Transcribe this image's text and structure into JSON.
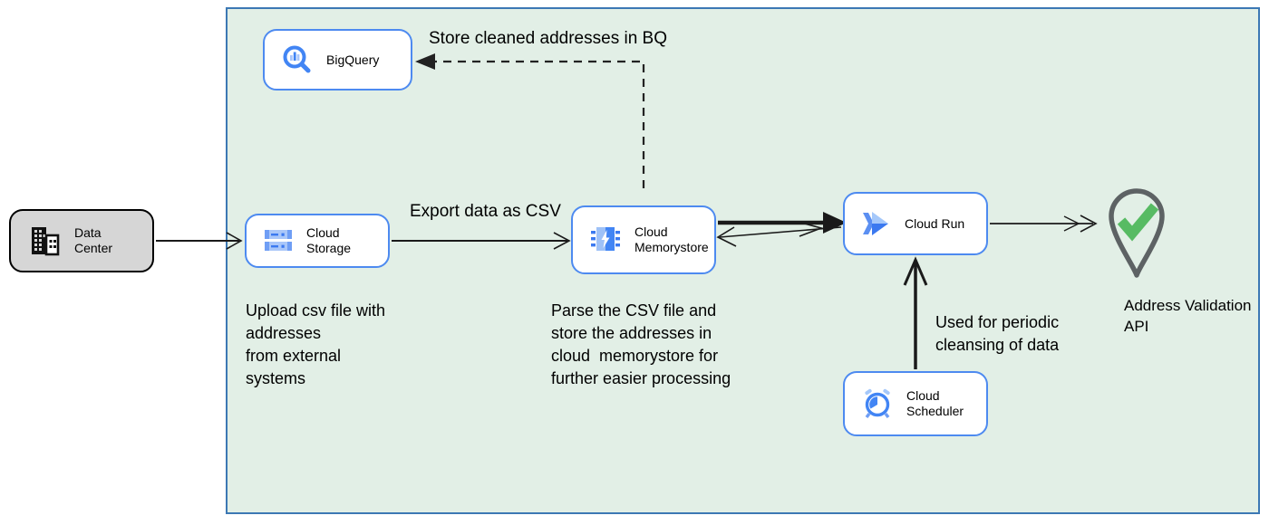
{
  "diagram": {
    "boundary": {
      "fill_color": "#e2efe6",
      "border_color": "#3c78b4"
    },
    "colors": {
      "accent_blue": "#4285f4",
      "light_blue": "#a9c6fb",
      "node_border_blue": "#4d8af0",
      "check_green": "#57bb63",
      "pin_gray": "#5d6264",
      "datacenter_fill": "#d6d6d6",
      "arrow_black": "#1a1a1a"
    },
    "nodes": {
      "data_center": {
        "label": "Data Center",
        "icon": "building-icon"
      },
      "bigquery": {
        "label": "BigQuery",
        "icon": "bigquery-magnifier-icon"
      },
      "cloud_storage": {
        "label": "Cloud Storage",
        "icon": "storage-buckets-icon"
      },
      "cloud_memorystore": {
        "label": "Cloud\nMemorystore",
        "icon": "memorystore-chip-icon"
      },
      "cloud_run": {
        "label": "Cloud Run",
        "icon": "cloud-run-arrow-icon"
      },
      "cloud_scheduler": {
        "label": "Cloud Scheduler",
        "icon": "alarm-clock-icon"
      },
      "address_validation_api": {
        "label": "Address Validation API",
        "icon": "map-pin-check-icon"
      }
    },
    "edge_labels": {
      "store_bq": "Store cleaned addresses in BQ",
      "export_csv": "Export data as CSV"
    },
    "notes": {
      "upload": "Upload csv file with\naddresses\nfrom external\nsystems",
      "parse": "Parse the CSV file and\nstore the addresses in\ncloud  memorystore for\nfurther easier processing",
      "scheduler": "Used for periodic\ncleansing of data"
    }
  }
}
